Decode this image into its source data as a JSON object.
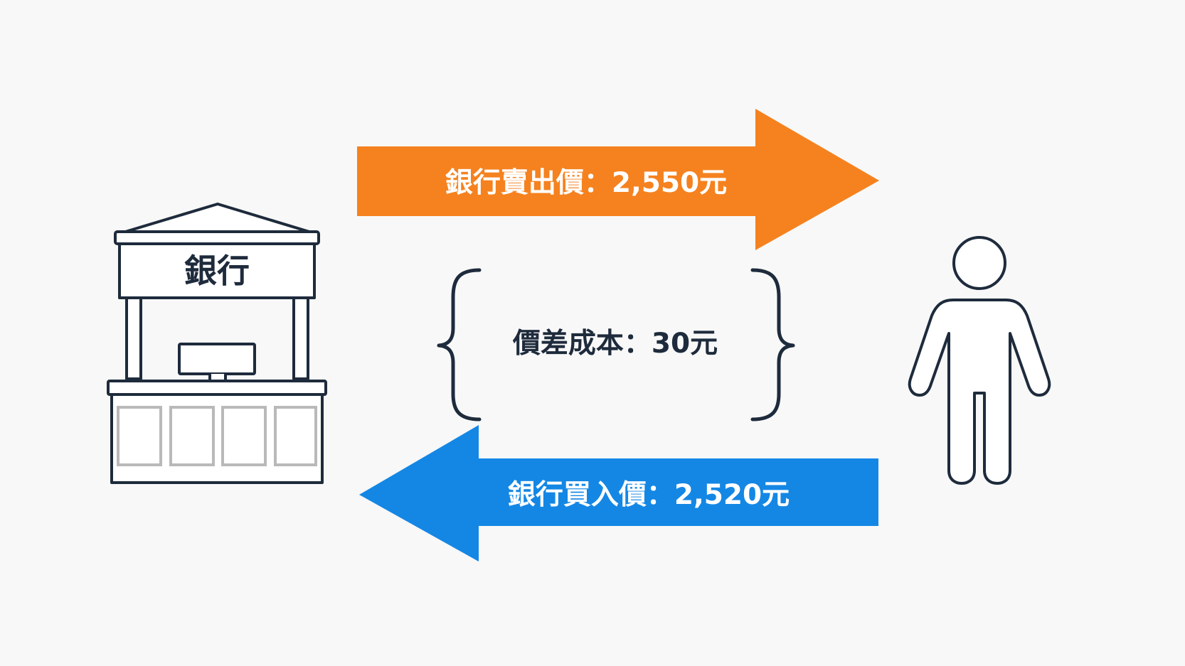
{
  "bank": {
    "sign_label": "銀行"
  },
  "sell_arrow": {
    "label": "銀行賣出價：2,550元",
    "color": "#f5821f"
  },
  "buy_arrow": {
    "label": "銀行買入價：2,520元",
    "color": "#1487e5"
  },
  "spread": {
    "label": "價差成本：30元"
  },
  "colors": {
    "background": "#f8f8f8",
    "outline": "#1e2b3c",
    "panel_gray": "#b9b9b9",
    "label_text": "#ffffff",
    "dark_text": "#1e2b3c"
  },
  "icons": {
    "bank": "bank-counter-icon",
    "person": "person-icon",
    "monitor": "monitor-icon"
  }
}
